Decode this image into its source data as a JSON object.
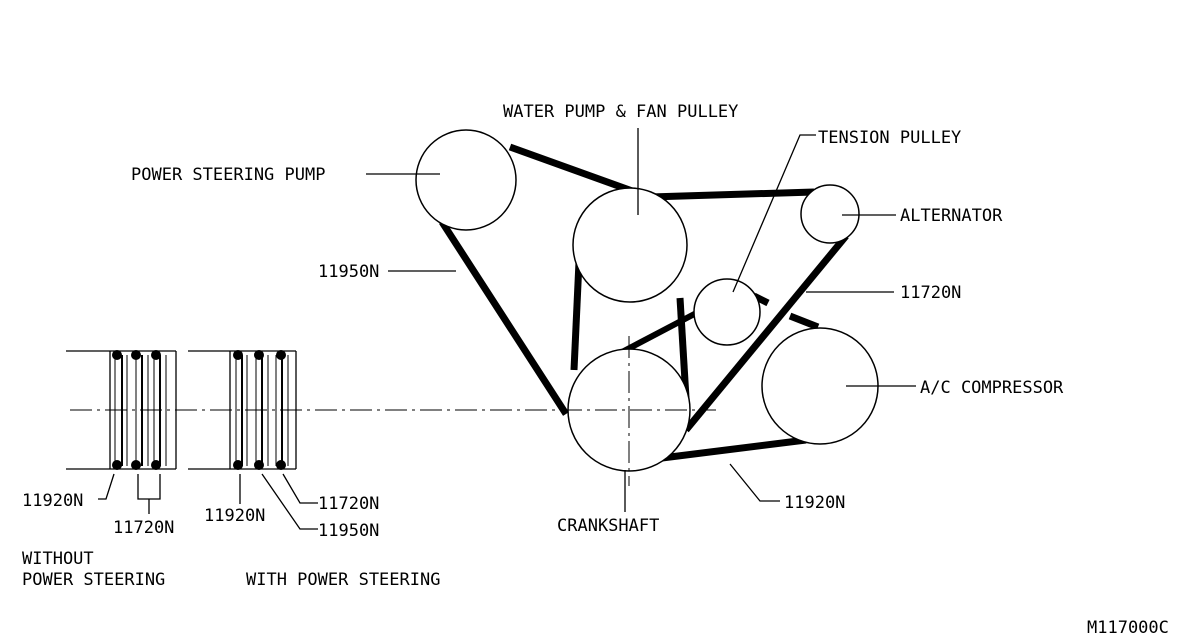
{
  "labels": {
    "water_pump": "WATER PUMP & FAN PULLEY",
    "tension_pulley": "TENSION PULLEY",
    "power_steering_pump": "POWER STEERING PUMP",
    "alternator": "ALTERNATOR",
    "ac_compressor": "A/C COMPRESSOR",
    "crankshaft": "CRANKSHAFT"
  },
  "belts": {
    "ps_belt": "11950N",
    "alt_belt": "11720N",
    "ac_belt": "11920N"
  },
  "detail_without": {
    "belt_a": "11920N",
    "belt_b": "11720N",
    "caption_line1": "WITHOUT",
    "caption_line2": "POWER STEERING"
  },
  "detail_with": {
    "belt_a": "11920N",
    "belt_b": "11720N",
    "belt_c": "11950N",
    "caption": "WITH POWER STEERING"
  },
  "figure_id": "M117000C"
}
